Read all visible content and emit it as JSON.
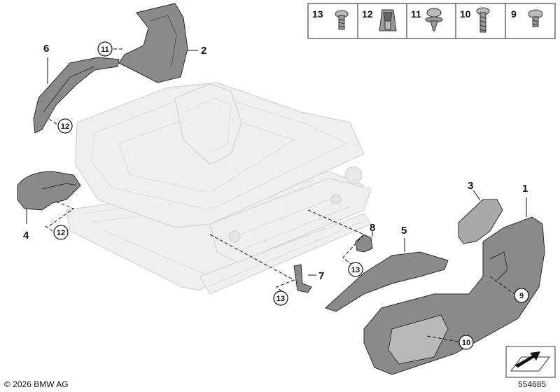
{
  "fasteners": {
    "items": [
      {
        "number": "13",
        "icon": "torx-screw-short-icon"
      },
      {
        "number": "12",
        "icon": "clip-nut-icon"
      },
      {
        "number": "11",
        "icon": "flange-screw-icon"
      },
      {
        "number": "10",
        "icon": "bolt-long-icon"
      },
      {
        "number": "9",
        "icon": "torx-screw-small-icon"
      }
    ]
  },
  "callouts": {
    "p1": "1",
    "p2": "2",
    "p3": "3",
    "p4": "4",
    "p5": "5",
    "p6": "6",
    "p7": "7",
    "p8": "8",
    "c11": "11",
    "c12a": "12",
    "c12b": "12",
    "c13a": "13",
    "c13b": "13",
    "c9": "9",
    "c10": "10"
  },
  "footer": {
    "copyright": "© 2026 BMW AG",
    "diagram_id": "554685"
  },
  "colors": {
    "part_fill": "#8a8a8a",
    "frame_fill": "#efefef",
    "line": "#111111"
  }
}
